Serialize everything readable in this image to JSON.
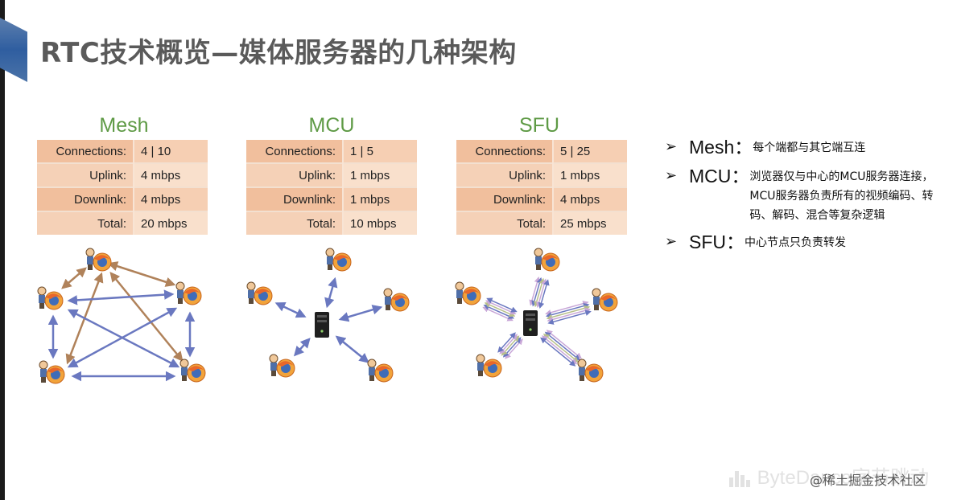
{
  "title": "RTC技术概览—媒体服务器的几种架构",
  "architectures": [
    {
      "name": "Mesh",
      "rows": [
        {
          "label": "Connections:",
          "value": "4 | 10"
        },
        {
          "label": "Uplink:",
          "value": "4 mbps"
        },
        {
          "label": "Downlink:",
          "value": "4 mbps"
        },
        {
          "label": "Total:",
          "value": "20 mbps"
        }
      ]
    },
    {
      "name": "MCU",
      "rows": [
        {
          "label": "Connections:",
          "value": "1 | 5"
        },
        {
          "label": "Uplink:",
          "value": "1 mbps"
        },
        {
          "label": "Downlink:",
          "value": "1 mbps"
        },
        {
          "label": "Total:",
          "value": "10 mbps"
        }
      ]
    },
    {
      "name": "SFU",
      "rows": [
        {
          "label": "Connections:",
          "value": "5 | 25"
        },
        {
          "label": "Uplink:",
          "value": "1 mbps"
        },
        {
          "label": "Downlink:",
          "value": "4 mbps"
        },
        {
          "label": "Total:",
          "value": "25 mbps"
        }
      ]
    }
  ],
  "bullets": [
    {
      "term": "Mesh：",
      "desc": "每个端都与其它端互连"
    },
    {
      "term": "MCU：",
      "desc": "浏览器仅与中心的MCU服务器连接，MCU服务器负责所有的视频编码、转码、解码、混合等复杂逻辑"
    },
    {
      "term": "SFU：",
      "desc": "中心节点只负责转发"
    }
  ],
  "watermark": "ByteDance字节跳动",
  "credit": "@稀土掘金技术社区",
  "colors": {
    "title": "#5a5a5a",
    "arch_title": "#5e9a45",
    "table_label_bg": "#f1bf9d",
    "table_value_bg": "#f6cfb3",
    "arrow_blue": "#6a78c0",
    "arrow_brown": "#b0825a"
  },
  "icons": [
    "browser-user-icon",
    "server-icon",
    "arrow-bullet-icon"
  ]
}
